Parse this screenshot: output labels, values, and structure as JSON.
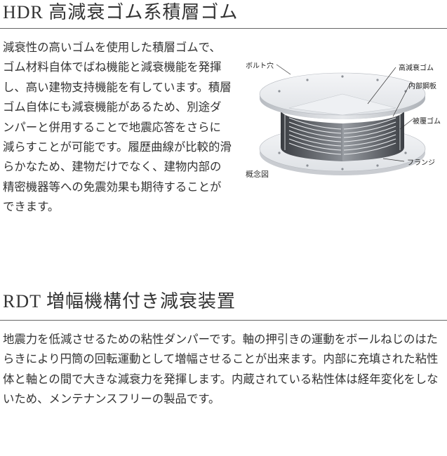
{
  "section1": {
    "title": "HDR 高減衰ゴム系積層ゴム",
    "body": "減衰性の高いゴムを使用した積層ゴムで、ゴム材料自体でばね機能と減衰機能を発揮し、高い建物支持機能を有しています。積層ゴム自体にも減衰機能があるため、別途ダンパーと併用することで地震応答をさらに減らすことが可能です。履歴曲線が比較的滑らかなため、建物だけでなく、建物内部の精密機器等への免震効果も期待することができます。",
    "figure": {
      "labels": {
        "bolt_hole": "ボルト穴",
        "high_damping_rubber": "高減衰ゴム",
        "inner_steel_plate": "内部鋼板",
        "cover_rubber": "被覆ゴム",
        "flange": "フランジ"
      },
      "caption": "概念図"
    }
  },
  "section2": {
    "title": "RDT 増幅機構付き減衰装置",
    "body": "地震力を低減させるための粘性ダンパーです。軸の押引きの運動をボールねじのはたらきにより円筒の回転運動として増幅させることが出来ます。内部に充填された粘性体と軸との間で大きな減衰力を発揮します。内蔵されている粘性体は経年変化をしないため、メンテナンスフリーの製品です。"
  }
}
